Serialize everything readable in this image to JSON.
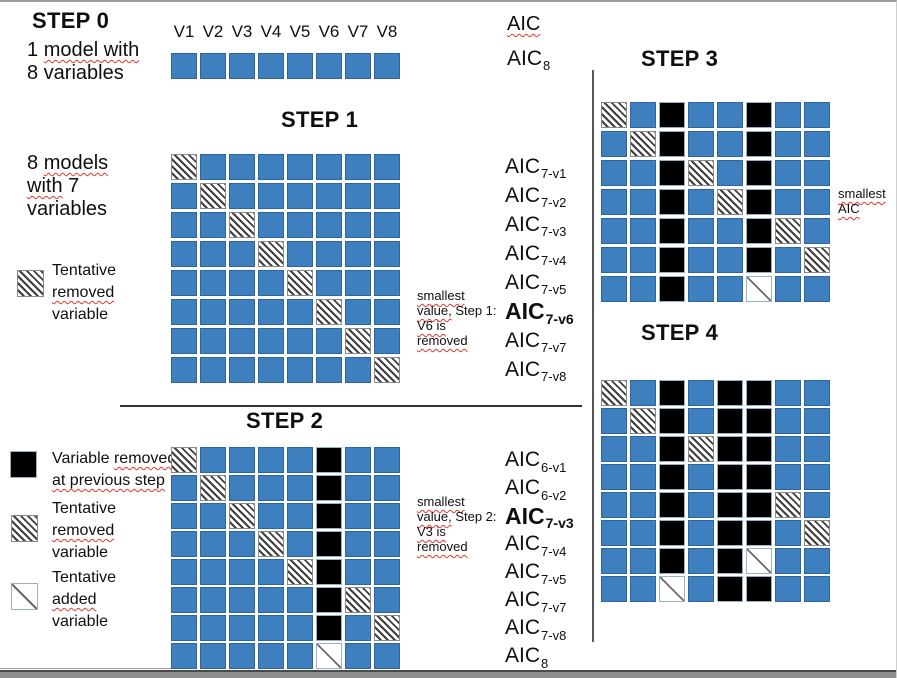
{
  "colors": {
    "square_blue": "#3d7fbf",
    "square_black": "#000000",
    "squiggle_red": "#e03a2e"
  },
  "step0": {
    "title": "STEP 0",
    "desc": [
      [
        {
          "t": "1 "
        },
        {
          "t": "model with",
          "s": true
        }
      ],
      [
        {
          "t": "8 variables"
        }
      ]
    ],
    "var_labels": [
      "V1",
      "V2",
      "V3",
      "V4",
      "V5",
      "V6",
      "V7",
      "V8"
    ],
    "grid": [
      "BBBBBBBB"
    ],
    "aic_header": [
      {
        "t": "AIC",
        "s": true
      }
    ],
    "aics": [
      {
        "main": "AIC",
        "sub": "8"
      }
    ]
  },
  "step1": {
    "title": "STEP 1",
    "desc": [
      [
        {
          "t": "8 "
        },
        {
          "t": "models",
          "s": true
        }
      ],
      [
        {
          "t": "with",
          "s": true
        },
        {
          "t": " 7"
        }
      ],
      [
        {
          "t": "variables"
        }
      ]
    ],
    "legend_hatch": [
      [
        {
          "t": "Tentative"
        }
      ],
      [
        {
          "t": "removed",
          "s": true
        }
      ],
      [
        {
          "t": "variable"
        }
      ]
    ],
    "grid": [
      "HBBBBBBB",
      "BHBBBBBB",
      "BBHBBBBB",
      "BBBHBBBB",
      "BBBBHBBB",
      "BBBBBHBB",
      "BBBBBBHB",
      "BBBBBBBH"
    ],
    "aics": [
      {
        "main": "AIC",
        "sub": "7-v1"
      },
      {
        "main": "AIC",
        "sub": "7-v2"
      },
      {
        "main": "AIC",
        "sub": "7-v3"
      },
      {
        "main": "AIC",
        "sub": "7-v4"
      },
      {
        "main": "AIC",
        "sub": "7-v5"
      },
      {
        "main": "AIC",
        "sub": "7-v6",
        "bold": true
      },
      {
        "main": "AIC",
        "sub": "7-v7"
      },
      {
        "main": "AIC",
        "sub": "7-v8"
      }
    ],
    "annotation": [
      [
        {
          "t": "smallest",
          "s": true
        }
      ],
      [
        {
          "t": "value,",
          "s": true
        },
        {
          "t": " Step 1:"
        }
      ],
      [
        {
          "t": "V6 is",
          "s": true
        }
      ],
      [
        {
          "t": "removed",
          "s": true
        }
      ]
    ]
  },
  "step2": {
    "title": "STEP 2",
    "legend_black": [
      [
        {
          "t": "Variable "
        },
        {
          "t": "removed",
          "s": true
        }
      ],
      [
        {
          "t": "at previous step",
          "s": true
        }
      ]
    ],
    "legend_hatch": [
      [
        {
          "t": "Tentative"
        }
      ],
      [
        {
          "t": "removed",
          "s": true
        }
      ],
      [
        {
          "t": "variable"
        }
      ]
    ],
    "legend_added": [
      [
        {
          "t": "Tentative"
        }
      ],
      [
        {
          "t": "added",
          "s": true
        }
      ],
      [
        {
          "t": "variable"
        }
      ]
    ],
    "grid": [
      "HBBBBKBB",
      "BHBBBKBB",
      "BBHBBKBB",
      "BBBHBKBB",
      "BBBBHKBB",
      "BBBBBKHB",
      "BBBBBKBH",
      "BBBBBABB"
    ],
    "aics": [
      {
        "main": "AIC",
        "sub": "6-v1"
      },
      {
        "main": "AIC",
        "sub": "6-v2"
      },
      {
        "main": "AIC",
        "sub": "7-v3",
        "bold": true
      },
      {
        "main": "AIC",
        "sub": "7-v4"
      },
      {
        "main": "AIC",
        "sub": "7-v5"
      },
      {
        "main": "AIC",
        "sub": "7-v7"
      },
      {
        "main": "AIC",
        "sub": "7-v8"
      },
      {
        "main": "AIC",
        "sub": "8"
      }
    ],
    "annotation": [
      [
        {
          "t": "smallest",
          "s": true
        }
      ],
      [
        {
          "t": "value,",
          "s": true
        },
        {
          "t": " Step 2:"
        }
      ],
      [
        {
          "t": "V3 is",
          "s": true
        }
      ],
      [
        {
          "t": "removed",
          "s": true
        }
      ]
    ]
  },
  "step3": {
    "title": "STEP 3",
    "grid": [
      "HBKBBKBB",
      "BHKBBKBB",
      "BBKHBKBB",
      "BBKBHKBB",
      "BBKBBKHB",
      "BBKBBKBH",
      "BBKBBABB"
    ],
    "note": [
      [
        {
          "t": "smallest",
          "s": true
        }
      ],
      [
        {
          "t": "AIC",
          "s": true
        }
      ]
    ]
  },
  "step4": {
    "title": "STEP 4",
    "grid": [
      "HBKBKKBB",
      "BHKBKKBB",
      "BBKHKKBB",
      "BBKBKKBB",
      "BBKBKKHB",
      "BBKBKKBH",
      "BBKBKABB",
      "BBABKKBB"
    ]
  }
}
